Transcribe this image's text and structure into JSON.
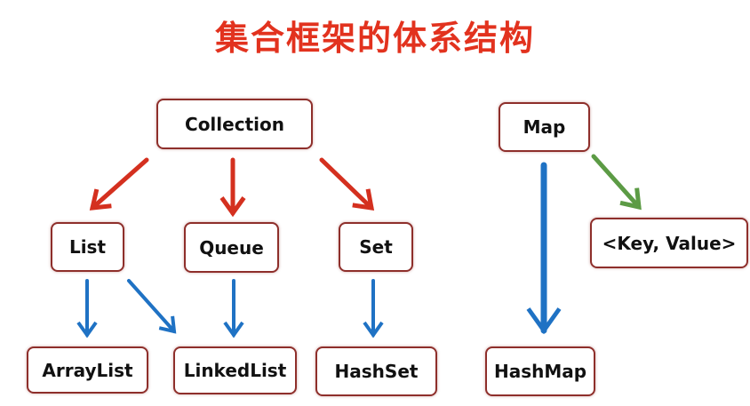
{
  "title": "集合框架的体系结构",
  "nodes": {
    "collection": "Collection",
    "list": "List",
    "queue": "Queue",
    "set": "Set",
    "arraylist": "ArrayList",
    "linkedlist": "LinkedList",
    "hashset": "HashSet",
    "map": "Map",
    "keyvalue": "<Key, Value>",
    "hashmap": "HashMap"
  },
  "colors": {
    "red": "#d4301f",
    "blue": "#1f72c4",
    "green": "#5c9b45",
    "border": "#8e2f2b",
    "title": "#e2321e"
  }
}
